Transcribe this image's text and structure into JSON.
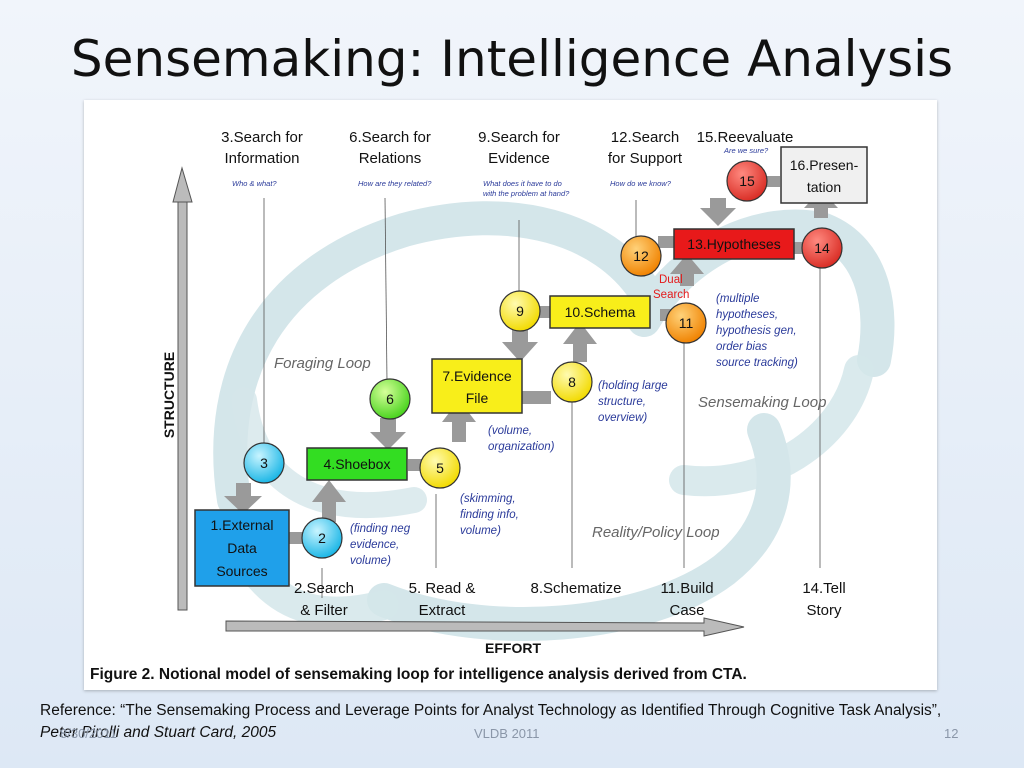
{
  "slide": {
    "title": "Sensemaking: Intelligence Analysis",
    "date": "8/30/2011",
    "footer": "VLDB 2011",
    "page": "12"
  },
  "reference": {
    "prefix": "Reference: “The Sensemaking Process and Leverage Points for Analyst Technology as Identified Through Cognitive Task Analysis”,",
    "authors": "Peter Pirolli and Stuart Card, 2005"
  },
  "figure": {
    "caption": "Figure 2.  Notional model of sensemaking loop for intelligence analysis derived from CTA.",
    "axis_structure": "STRUCTURE",
    "axis_effort": "EFFORT",
    "loops": {
      "foraging": "Foraging Loop",
      "sensemaking": "Sensemaking Loop",
      "reality": "Reality/Policy Loop"
    },
    "boxes": {
      "b1": [
        "1.External",
        "Data",
        "Sources"
      ],
      "b4": "4.Shoebox",
      "b7": [
        "7.Evidence",
        "File"
      ],
      "b10": "10.Schema",
      "b13": "13.Hypotheses",
      "b16": [
        "16.Presen-",
        "tation"
      ]
    },
    "circles": {
      "c2": "2",
      "c3": "3",
      "c5": "5",
      "c6": "6",
      "c8": "8",
      "c9": "9",
      "c11": "11",
      "c12": "12",
      "c14": "14",
      "c15": "15"
    },
    "top_labels": {
      "t3": [
        "3.Search for",
        "Information"
      ],
      "t6": [
        "6.Search for",
        "Relations"
      ],
      "t9": [
        "9.Search for",
        "Evidence"
      ],
      "t12": [
        "12.Search",
        "for Support"
      ],
      "t15": "15.Reevaluate"
    },
    "questions": {
      "q3": "Who & what?",
      "q6": "How are they related?",
      "q9": [
        "What does it have to do",
        "with the problem at hand?"
      ],
      "q12": "How do we know?",
      "q15": "Are we sure?"
    },
    "bottom_labels": {
      "l2": [
        "2.Search",
        "& Filter"
      ],
      "l5": [
        "5. Read &",
        "Extract"
      ],
      "l8": "8.Schematize",
      "l11": [
        "11.Build",
        "Case"
      ],
      "l14": [
        "14.Tell",
        "Story"
      ]
    },
    "notes": {
      "n2": [
        "(finding neg",
        "evidence,",
        "volume)"
      ],
      "n5": [
        "(skimming,",
        "finding info,",
        "volume)"
      ],
      "n7": [
        "(volume,",
        "organization)"
      ],
      "n8": [
        "(holding large",
        "structure,",
        "overview)"
      ],
      "n11": [
        "(multiple",
        "hypotheses,",
        "hypothesis gen,",
        "order bias",
        "source tracking)"
      ],
      "dual": [
        "Dual",
        "Search"
      ]
    }
  },
  "colors": {
    "blue_box": "#1fa0ea",
    "green_box": "#33dd22",
    "yellow_box": "#f8ee1a",
    "red_box": "#e8191a",
    "gray_box": "#f0f0f0",
    "gray_arrow": "#9a9a9a",
    "loop_band": "#d4e6ea"
  }
}
